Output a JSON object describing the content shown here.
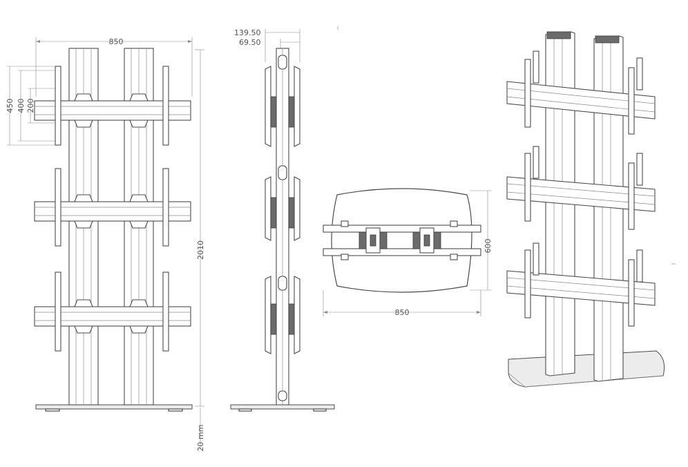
{
  "front_view": {
    "width_label": "850",
    "vesa_450": "450",
    "vesa_400": "400",
    "vesa_200": "200",
    "height_label": "2010",
    "base_label": "20 mm"
  },
  "side_view": {
    "offset_1": "139.50",
    "offset_2": "69.50"
  },
  "top_view": {
    "depth_label": "600",
    "width_label": "850"
  }
}
